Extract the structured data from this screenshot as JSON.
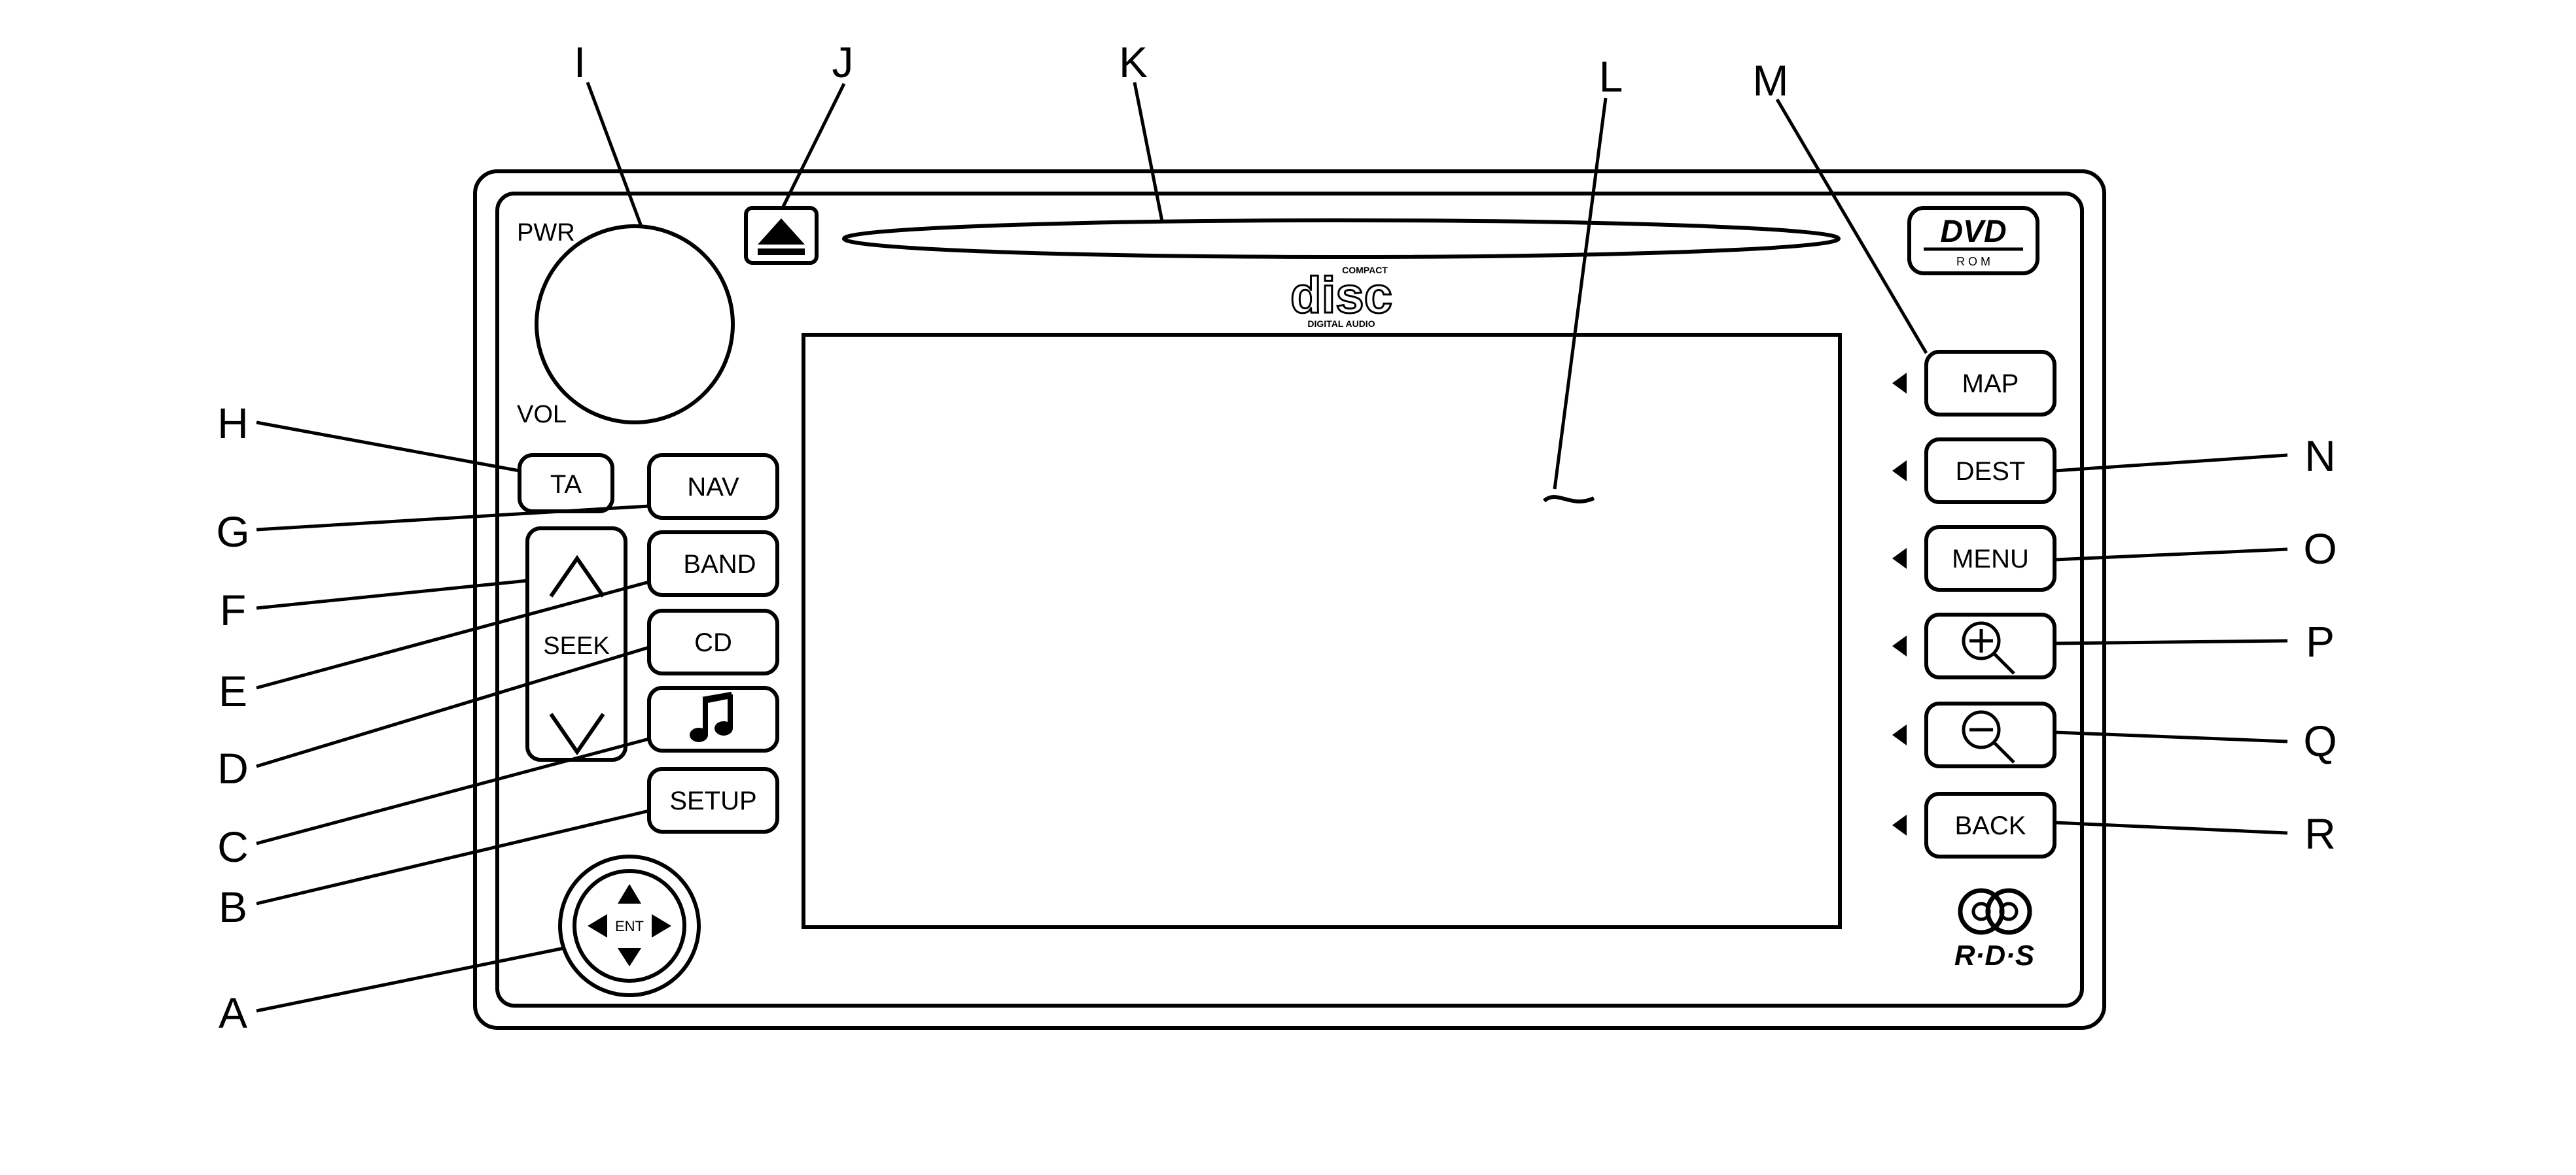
{
  "figure": {
    "callouts": [
      "A",
      "B",
      "C",
      "D",
      "E",
      "F",
      "G",
      "H",
      "I",
      "J",
      "K",
      "L",
      "M",
      "N",
      "O",
      "P",
      "Q",
      "R"
    ],
    "labels": {
      "pwr": "PWR",
      "vol": "VOL",
      "seek": "SEEK",
      "ent": "ENT",
      "disc_small_top": "COMPACT",
      "disc_word": "disc",
      "disc_small_bottom": "DIGITAL AUDIO",
      "dvd": "DVD",
      "dvd_sub": "R O M",
      "rds": "R·D·S"
    },
    "buttons": {
      "ta": "TA",
      "nav": "NAV",
      "band": "BAND",
      "cd": "CD",
      "setup": "SETUP",
      "map": "MAP",
      "dest": "DEST",
      "menu": "MENU",
      "back": "BACK"
    },
    "icons": {
      "eject": "eject-icon",
      "music": "music-note-icon",
      "seek_up": "chevron-up-icon",
      "seek_down": "chevron-down-icon",
      "zoom_in": "zoom-in-icon",
      "zoom_out": "zoom-out-icon",
      "joystick": "directional-pad-icon",
      "rds_logo": "rds-logo-icon"
    }
  }
}
